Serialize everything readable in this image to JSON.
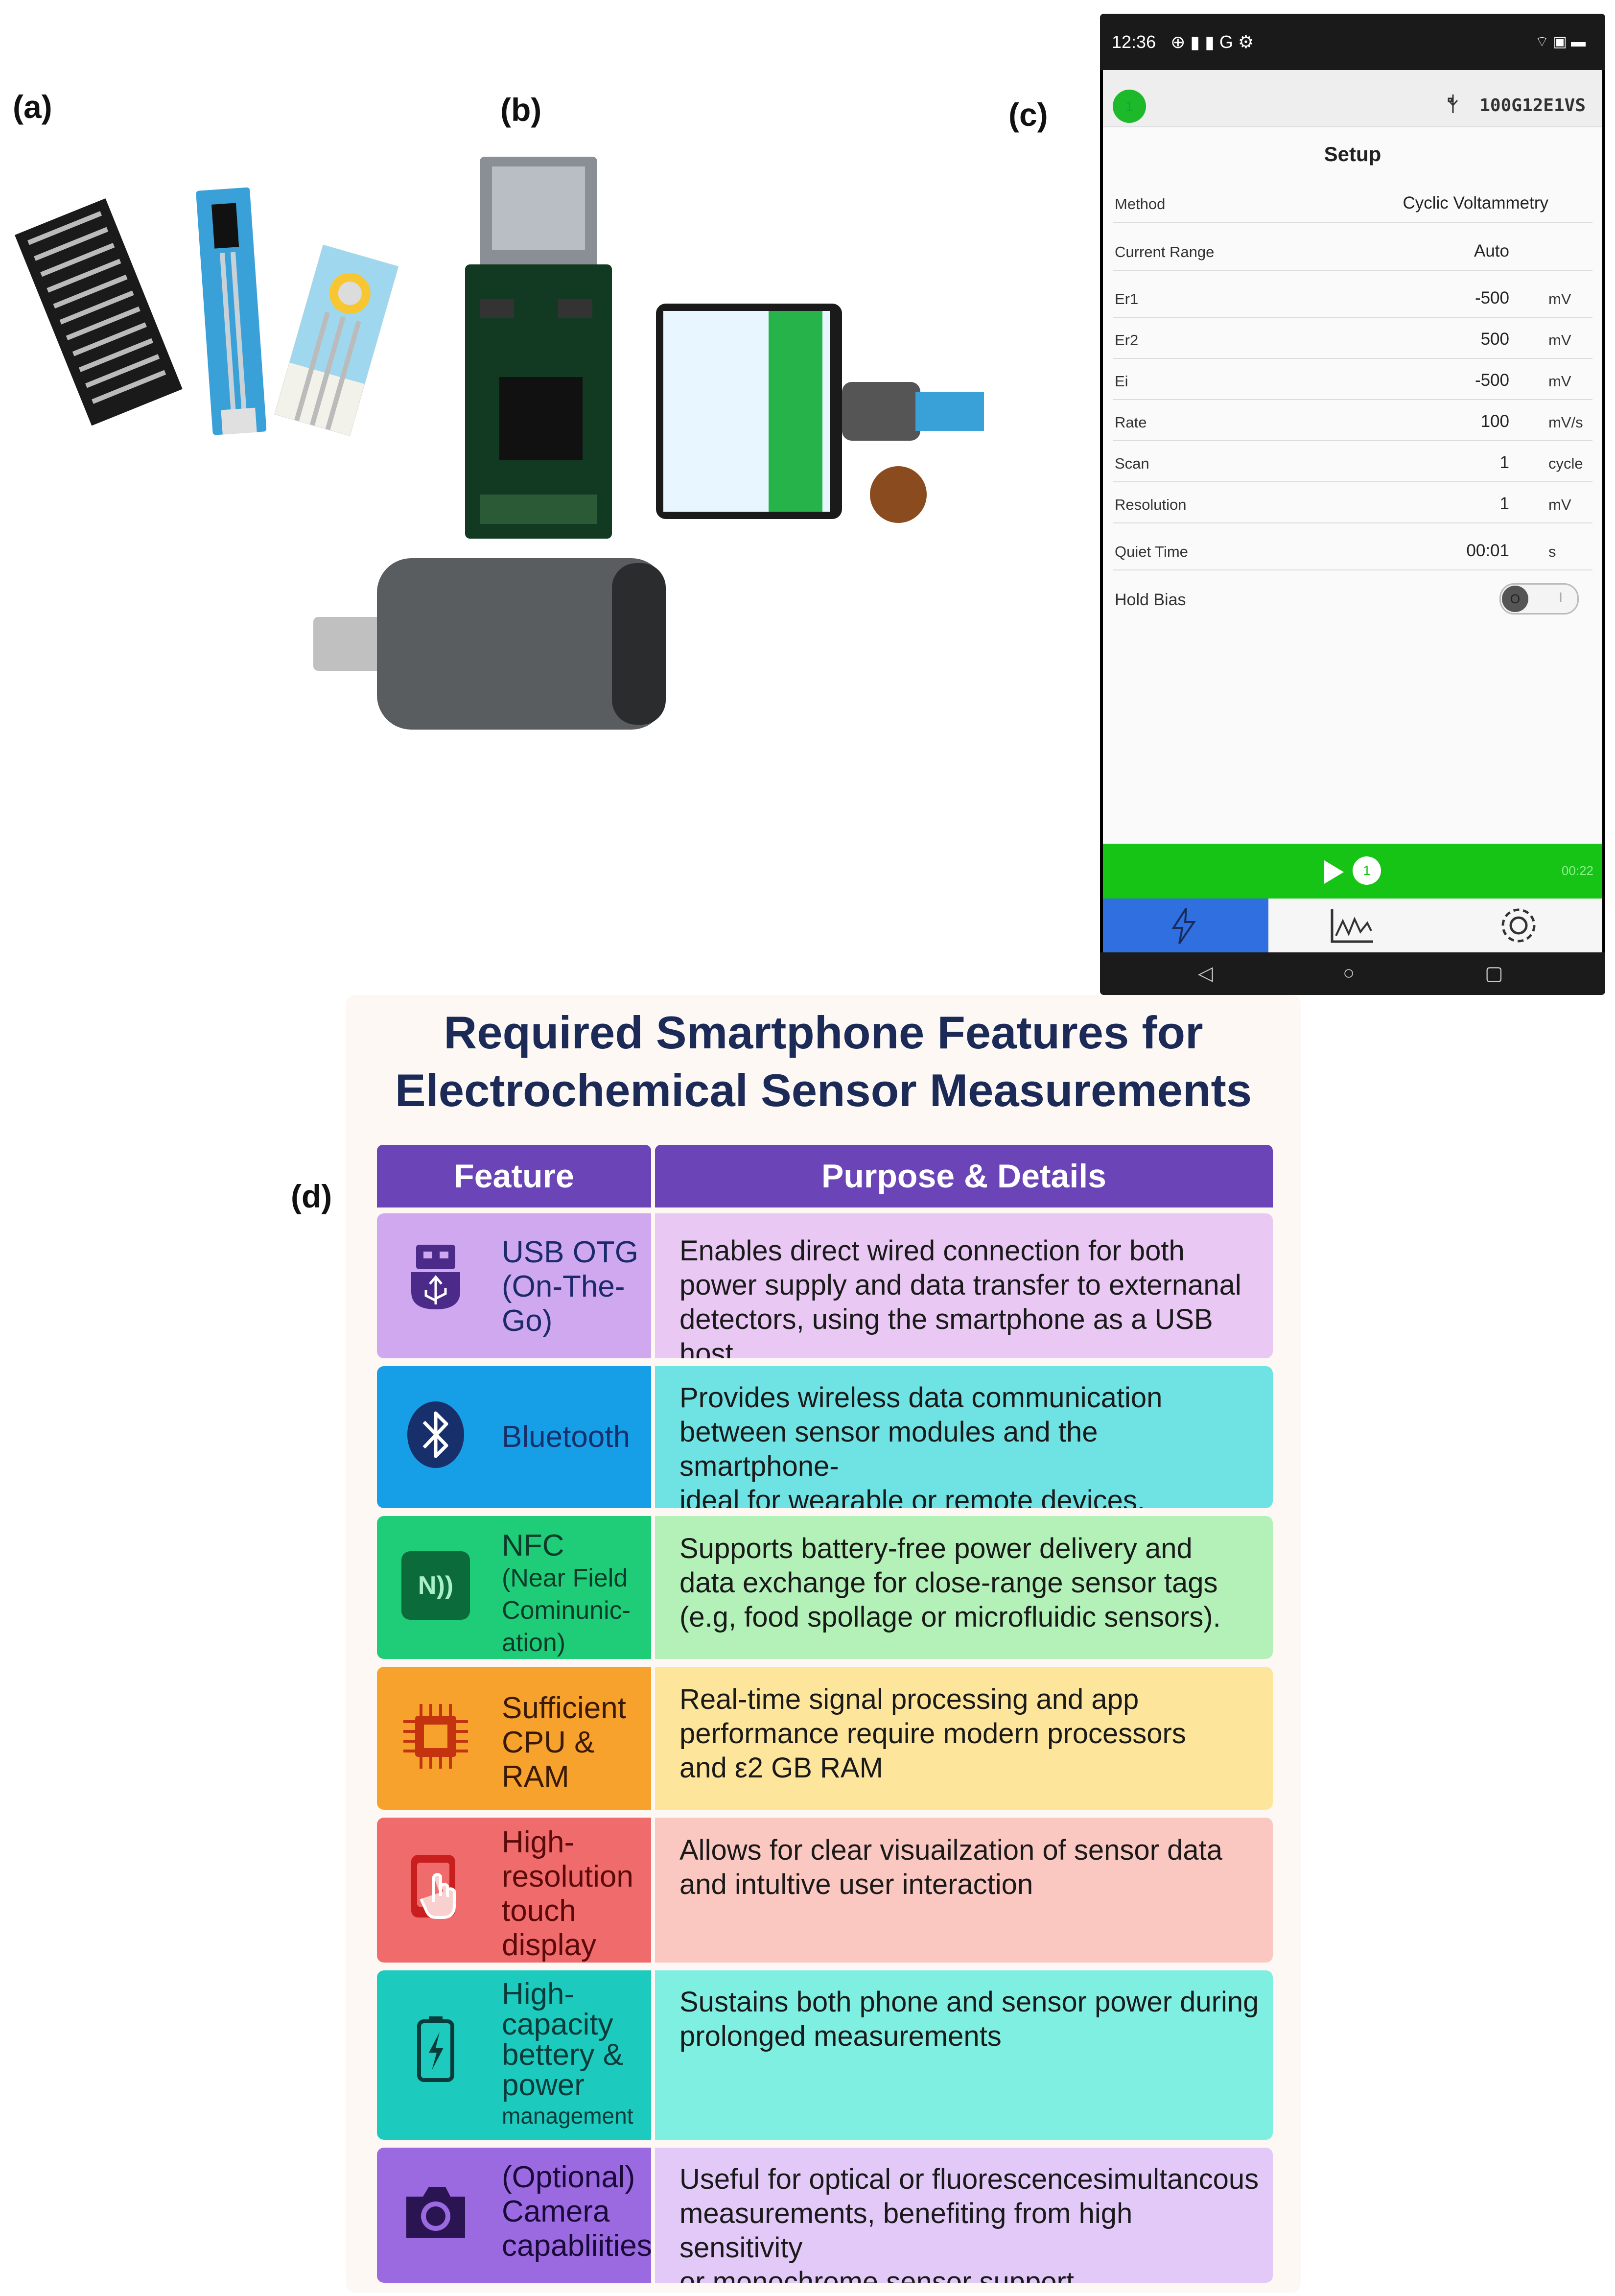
{
  "labels": {
    "a": "(a)",
    "b": "(b)",
    "c": "(c)",
    "d": "(d)"
  },
  "phone": {
    "status_time": "12:36",
    "status_icons": "⊕ ▮ ▮ G ⚙",
    "status_right": "⌔ ▣ ▬",
    "device_badge": "1",
    "device_id": "100G12E1VS",
    "setup_title": "Setup",
    "rows": [
      {
        "label": "Method",
        "value": "Cyclic Voltammetry",
        "unit": ""
      },
      {
        "label": "Current Range",
        "value": "Auto",
        "unit": ""
      },
      {
        "label": "Er1",
        "value": "-500",
        "unit": "mV"
      },
      {
        "label": "Er2",
        "value": "500",
        "unit": "mV"
      },
      {
        "label": "Ei",
        "value": "-500",
        "unit": "mV"
      },
      {
        "label": "Rate",
        "value": "100",
        "unit": "mV/s"
      },
      {
        "label": "Scan",
        "value": "1",
        "unit": "cycle"
      },
      {
        "label": "Resolution",
        "value": "1",
        "unit": "mV"
      },
      {
        "label": "Quiet Time",
        "value": "00:01",
        "unit": "s"
      }
    ],
    "hold_bias_label": "Hold Bias",
    "hold_bias_knob": "O",
    "hold_bias_state": "I",
    "run_count": "1",
    "run_timer": "00:22",
    "nav_back": "◁",
    "nav_home": "○",
    "nav_recent": "▢"
  },
  "infographic": {
    "title_line1": "Required Smartphone Features for",
    "title_line2": "Electrochemical Sensor Measurements",
    "header_feature": "Feature",
    "header_purpose": "Purpose & Details",
    "rows": [
      {
        "name_lines": [
          "USB OTG",
          "(On-The-",
          "Go)"
        ],
        "purpose_lines": [
          "Enables direct wired connection for both",
          "power supply and data transfer to externanal",
          "detectors, using the smartphone as a USB host."
        ],
        "icon": "usb-icon"
      },
      {
        "name_lines": [
          "Bluetooth"
        ],
        "purpose_lines": [
          "Provides wireless data communication",
          "between sensor modules and the smartphone-",
          "ideal for wearable or remote devices."
        ],
        "icon": "bluetooth-icon"
      },
      {
        "name_lines": [
          "NFC",
          "(Near Field",
          "Cominunic-",
          "ation)"
        ],
        "purpose_lines": [
          "Supports battery-free power delivery and",
          "data exchange for close-range sensor tags",
          "(e.g, food spollage or microfluidic sensors)."
        ],
        "icon": "nfc-icon",
        "icon_text": "N))"
      },
      {
        "name_lines": [
          "Sufficient",
          "CPU &",
          "RAM"
        ],
        "purpose_lines": [
          "Real-time signal processing and app",
          "performance require modern processors",
          "and ε2 GB RAM"
        ],
        "icon": "cpu-icon"
      },
      {
        "name_lines": [
          "High-",
          "resolution",
          "touch",
          "display"
        ],
        "purpose_lines": [
          "Allows for clear visuailzation of sensor data",
          "and intultive user interaction"
        ],
        "icon": "touch-screen-icon"
      },
      {
        "name_lines": [
          "High-",
          "capacity",
          "bettery &",
          "power",
          "management"
        ],
        "purpose_lines": [
          "Sustains both phone and sensor power during",
          "prolonged measurements"
        ],
        "icon": "battery-icon"
      },
      {
        "name_lines": [
          "(Optional)",
          "Camera",
          "capabliities"
        ],
        "purpose_lines": [
          "Useful for optical or fluorescencesimultancous",
          "measurements, benefiting from high sensitivity",
          "or monochrome sensor support"
        ],
        "icon": "camera-icon"
      }
    ]
  },
  "colors": {
    "header": "#6b44b8",
    "usb_feature": "#cfa8ef",
    "usb_purpose": "#e9c8f3",
    "bt_feature": "#169ee6",
    "bt_purpose": "#6fe3e4",
    "nfc_feature": "#1fcc77",
    "nfc_purpose": "#b3f1b8",
    "cpu_feature": "#f7a22d",
    "cpu_purpose": "#fde59c",
    "touch_feature": "#f06b6b",
    "touch_purpose": "#fbc7c1",
    "battery_feature": "#1ccbbd",
    "battery_purpose": "#7fefe2",
    "camera_feature": "#9b6ae0",
    "camera_purpose": "#e3c9f7"
  }
}
